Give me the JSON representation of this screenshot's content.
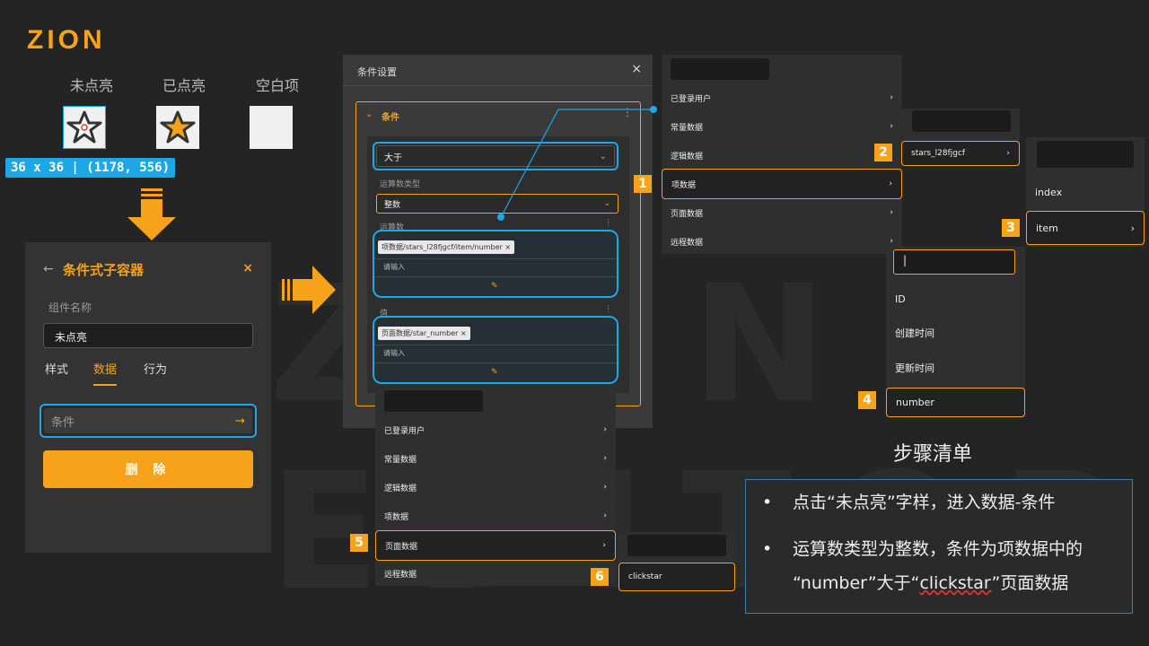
{
  "brand": {
    "logo": "ZION",
    "watermark": "ZION EDITOR"
  },
  "stars": {
    "labels": [
      "未点亮",
      "已点亮",
      "空白项"
    ],
    "dim_tag": "36 x 36 | (1178, 556)"
  },
  "left_panel": {
    "title": "条件式子容器",
    "name_label": "组件名称",
    "name_value": "未点亮",
    "tabs": [
      "样式",
      "数据",
      "行为"
    ],
    "active_tab": "数据",
    "condition_placeholder": "条件",
    "delete_label": "删 除"
  },
  "dialog": {
    "title": "条件设置",
    "close": "×",
    "condition_label": "条件",
    "operator": "大于",
    "operand_type_label": "运算数类型",
    "operand_type": "整数",
    "operand_label": "运算数",
    "operand_chip": "项数据/stars_l28fjgcf/item/number",
    "operand_placeholder": "请输入",
    "value_label": "值",
    "value_chip": "页面数据/star_number",
    "value_placeholder": "请输入"
  },
  "menu_top": {
    "items": [
      "已登录用户",
      "常量数据",
      "逻辑数据",
      "项数据",
      "页面数据",
      "远程数据"
    ],
    "highlight_index": 3
  },
  "submenu_stars": {
    "item": "stars_l28fjgcf"
  },
  "submenu_index": {
    "items": [
      "index",
      "item"
    ]
  },
  "submenu_fields": {
    "items": [
      "ID",
      "创建时间",
      "更新时间",
      "number"
    ]
  },
  "menu_bottom": {
    "items": [
      "已登录用户",
      "常量数据",
      "逻辑数据",
      "项数据",
      "页面数据",
      "远程数据"
    ],
    "highlight_index": 4
  },
  "submenu_page": {
    "item": "clickstar"
  },
  "step_numbers": [
    "1",
    "2",
    "3",
    "4",
    "5",
    "6"
  ],
  "steps": {
    "title": "步骤清单",
    "bullet": "•",
    "items": [
      "点击“未点亮”字样，进入数据-条件",
      "运算数类型为整数，条件为项数据中的",
      "“number”大于“"
    ],
    "clickstar_word": "clickstar",
    "tail": "”页面数据"
  },
  "colors": {
    "accent": "#f7a21b",
    "blue": "#1ea7e6",
    "bg": "#242424"
  }
}
